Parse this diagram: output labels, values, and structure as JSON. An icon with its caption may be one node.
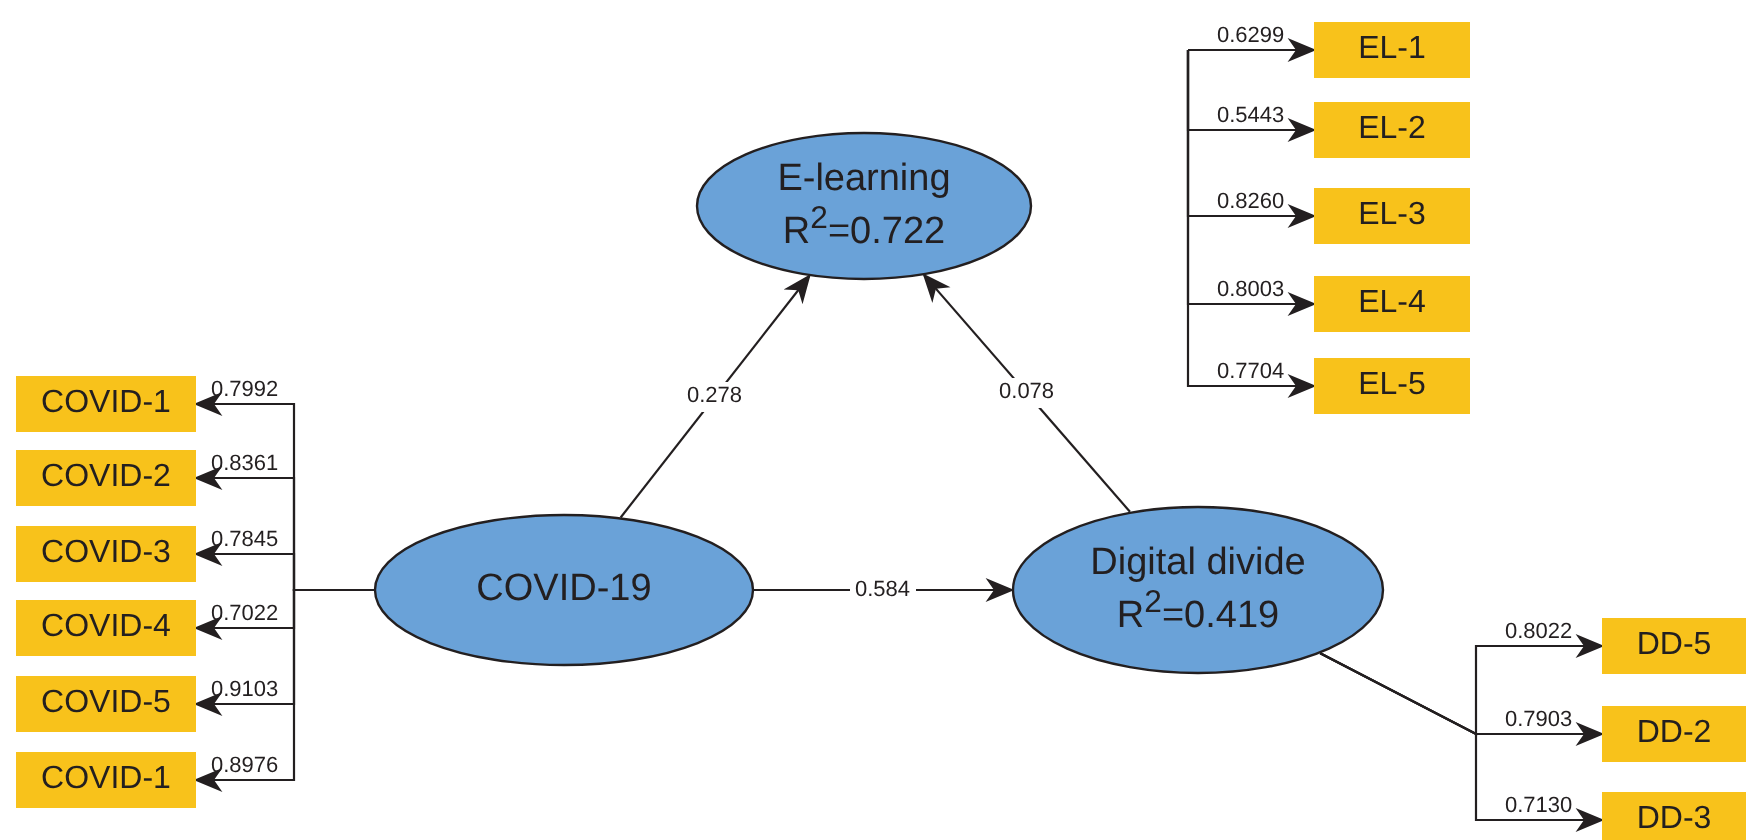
{
  "diagram": {
    "nodes": [
      {
        "text": [
          "E-learning",
          "R$^{2}$=0.722"
        ]
      },
      {
        "text": [
          "COVID-19"
        ]
      },
      {
        "text": [
          "Digital divide",
          "R$^{2}$=0.419"
        ]
      },
      {
        "text": [
          "EL-1"
        ]
      },
      {
        "text": [
          "EL-2"
        ]
      },
      {
        "text": [
          "EL-3"
        ]
      },
      {
        "text": [
          "EL-4"
        ]
      },
      {
        "text": [
          "EL-5"
        ]
      },
      {
        "text": [
          "COVID-1"
        ]
      },
      {
        "text": [
          "COVID-2"
        ]
      },
      {
        "text": [
          "COVID-3"
        ]
      },
      {
        "text": [
          "COVID-4"
        ]
      },
      {
        "text": [
          "COVID-5"
        ]
      },
      {
        "text": [
          "COVID-1"
        ]
      },
      {
        "text": [
          "DD-5"
        ]
      },
      {
        "text": [
          "DD-2"
        ]
      },
      {
        "text": [
          "DD-3"
        ]
      }
    ],
    "edges": [
      {
        "from": 1,
        "to": 0,
        "arrow": "to",
        "label": "0.278"
      },
      {
        "from": 2,
        "to": 0,
        "arrow": "to",
        "label": "0.078"
      },
      {
        "from": 1,
        "to": 2,
        "arrow": "to",
        "label": "0.584"
      },
      {
        "from": 1,
        "to": 8,
        "arrow": "to",
        "label": "0.7992"
      },
      {
        "from": 1,
        "to": 9,
        "arrow": "to",
        "label": "0.8361"
      },
      {
        "from": 1,
        "to": 10,
        "arrow": "to",
        "label": "0.7845"
      },
      {
        "from": 1,
        "to": 11,
        "arrow": "to",
        "label": "0.7022"
      },
      {
        "from": 1,
        "to": 12,
        "arrow": "to",
        "label": "0.9103"
      },
      {
        "from": 1,
        "to": 13,
        "arrow": "to",
        "label": "0.8976"
      },
      {
        "from": null,
        "to": 3,
        "arrow": "to",
        "label": "0.6299"
      },
      {
        "from": null,
        "to": 4,
        "arrow": "to",
        "label": "0.5443"
      },
      {
        "from": null,
        "to": 5,
        "arrow": "to",
        "label": "0.8260"
      },
      {
        "from": null,
        "to": 6,
        "arrow": "to",
        "label": "0.8003"
      },
      {
        "from": null,
        "to": 7,
        "arrow": "to",
        "label": "0.7704"
      },
      {
        "from": 2,
        "to": 14,
        "arrow": "to",
        "label": "0.8022"
      },
      {
        "from": 2,
        "to": 15,
        "arrow": "to",
        "label": "0.7903"
      },
      {
        "from": 2,
        "to": 16,
        "arrow": "to",
        "label": "0.7130"
      }
    ]
  }
}
